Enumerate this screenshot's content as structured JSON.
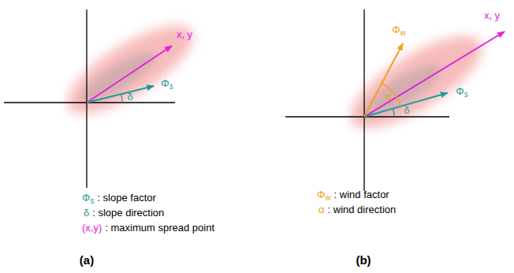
{
  "diagram": {
    "labels": [
      "x, y",
      "δ",
      "Φs",
      "Φs",
      ": slope factor",
      "δ",
      ": slope direction",
      "(x,y)",
      ": maximum spread point",
      "(a)",
      "x, y",
      "Φw",
      "α",
      "δ",
      "Φs",
      "Φw",
      ": wind factor",
      "α",
      ": wind direction",
      "(b)"
    ]
  }
}
